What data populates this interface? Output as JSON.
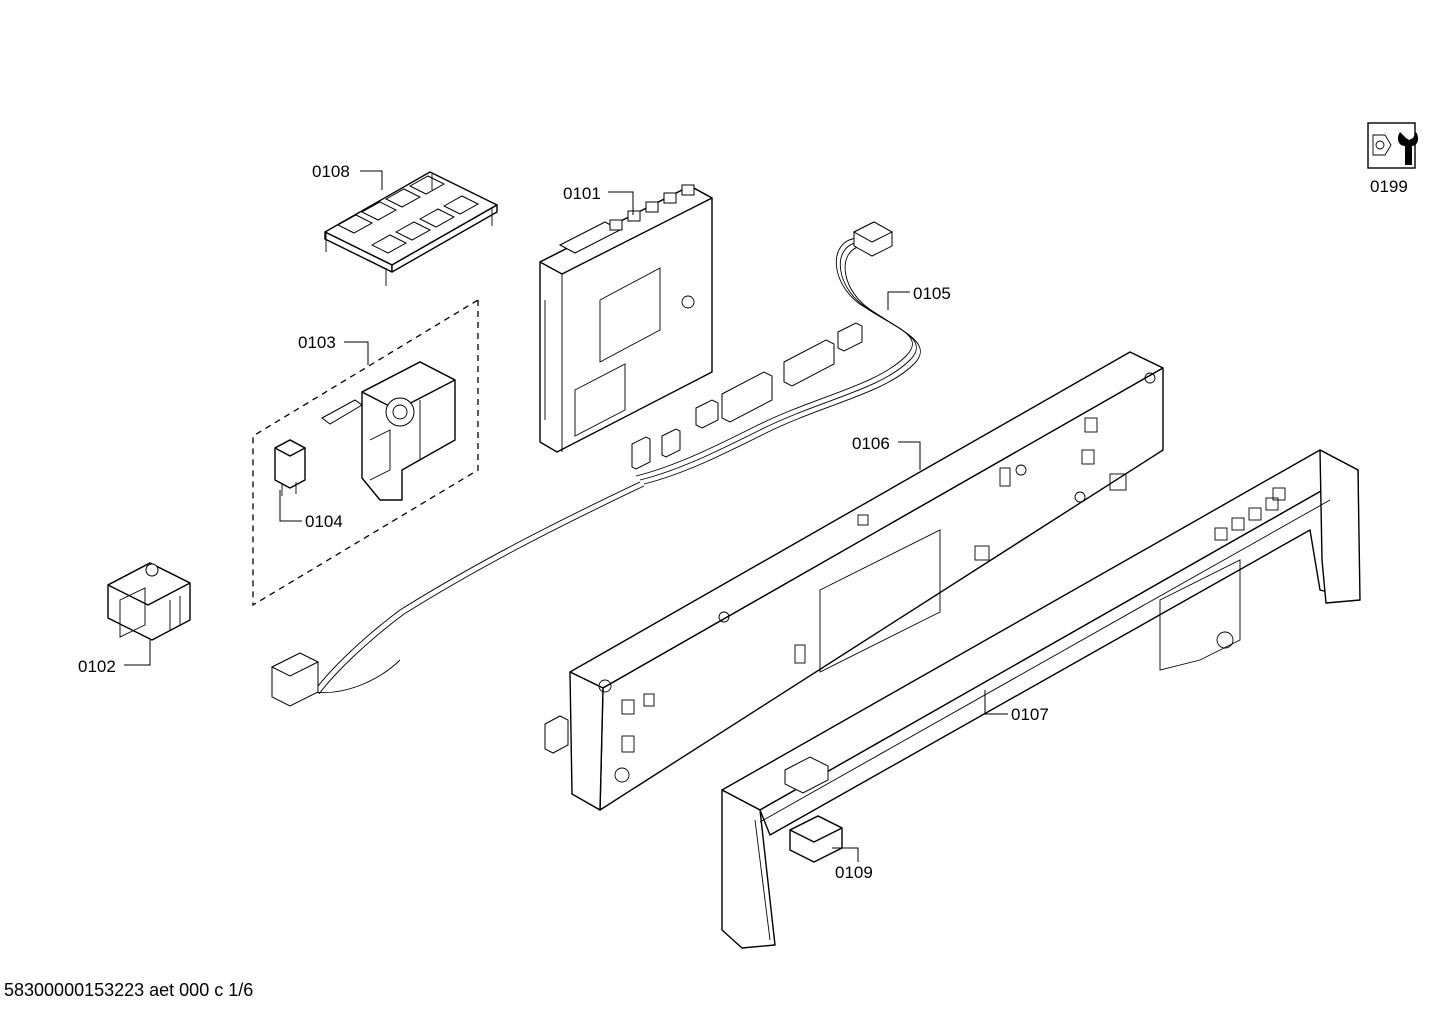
{
  "diagram": {
    "parts": [
      {
        "id": "p0101",
        "label": "0101"
      },
      {
        "id": "p0102",
        "label": "0102"
      },
      {
        "id": "p0103",
        "label": "0103"
      },
      {
        "id": "p0104",
        "label": "0104"
      },
      {
        "id": "p0105",
        "label": "0105"
      },
      {
        "id": "p0106",
        "label": "0106"
      },
      {
        "id": "p0107",
        "label": "0107"
      },
      {
        "id": "p0108",
        "label": "0108"
      },
      {
        "id": "p0109",
        "label": "0109"
      },
      {
        "id": "p0199",
        "label": "0199"
      }
    ],
    "service_icon": "wrench-nut-icon",
    "line_color": "#000000",
    "background": "#ffffff"
  },
  "footer": {
    "document_id": "58300000153223 aet 000 c 1/6"
  }
}
